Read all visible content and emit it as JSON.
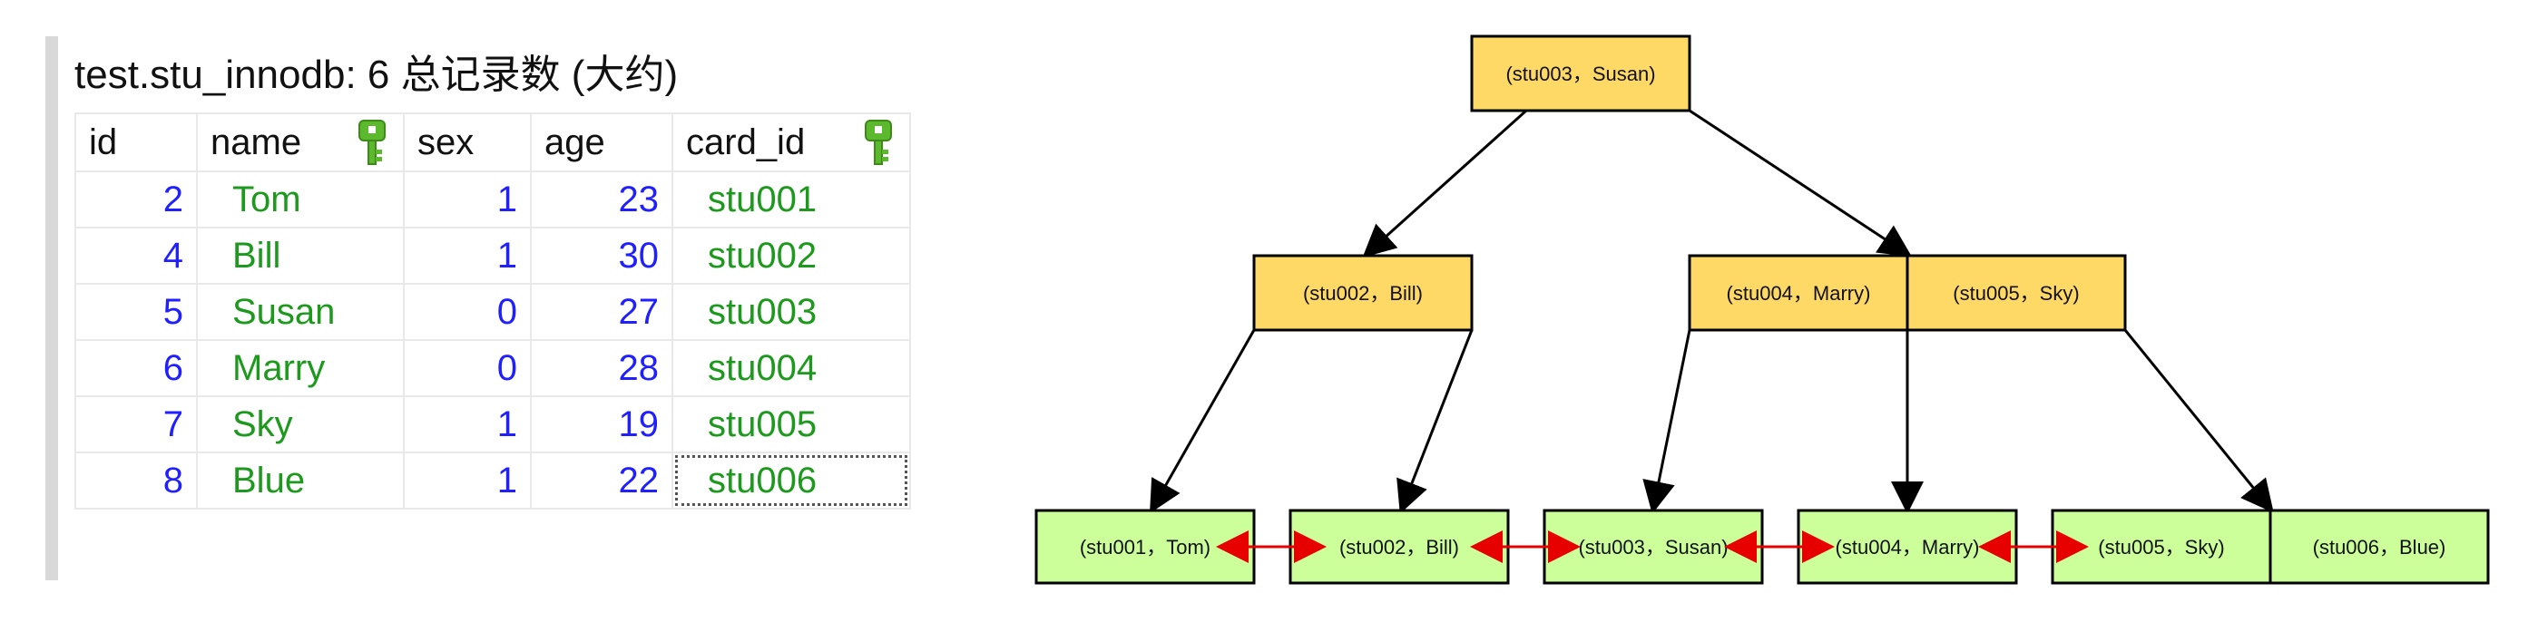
{
  "table": {
    "title": "test.stu_innodb: 6 总记录数 (大约)",
    "columns": [
      {
        "label": "id",
        "key": false
      },
      {
        "label": "name",
        "key": true
      },
      {
        "label": "sex",
        "key": false
      },
      {
        "label": "age",
        "key": false
      },
      {
        "label": "card_id",
        "key": true
      }
    ],
    "rows": [
      {
        "id": "2",
        "name": "Tom",
        "sex": "1",
        "age": "23",
        "card_id": "stu001"
      },
      {
        "id": "4",
        "name": "Bill",
        "sex": "1",
        "age": "30",
        "card_id": "stu002"
      },
      {
        "id": "5",
        "name": "Susan",
        "sex": "0",
        "age": "27",
        "card_id": "stu003"
      },
      {
        "id": "6",
        "name": "Marry",
        "sex": "0",
        "age": "28",
        "card_id": "stu004"
      },
      {
        "id": "7",
        "name": "Sky",
        "sex": "1",
        "age": "19",
        "card_id": "stu005"
      },
      {
        "id": "8",
        "name": "Blue",
        "sex": "1",
        "age": "22",
        "card_id": "stu006"
      }
    ],
    "selected_cell": {
      "row": 5,
      "column": "card_id"
    }
  },
  "tree": {
    "colors": {
      "internal_fill": "#ffd966",
      "leaf_fill": "#ccff99",
      "link_color": "#e60000",
      "edge_color": "#000000"
    },
    "root": {
      "id": "root",
      "entries": [
        "(stu003，Susan)"
      ]
    },
    "internal": [
      {
        "id": "int-left",
        "entries": [
          "(stu002，Bill)"
        ]
      },
      {
        "id": "int-right",
        "entries": [
          "(stu004，Marry)",
          "(stu005，Sky)"
        ]
      }
    ],
    "leaves": [
      "(stu001，Tom)",
      "(stu002，Bill)",
      "(stu003，Susan)",
      "(stu004，Marry)",
      "(stu005，Sky)",
      "(stu006，Blue)"
    ]
  }
}
